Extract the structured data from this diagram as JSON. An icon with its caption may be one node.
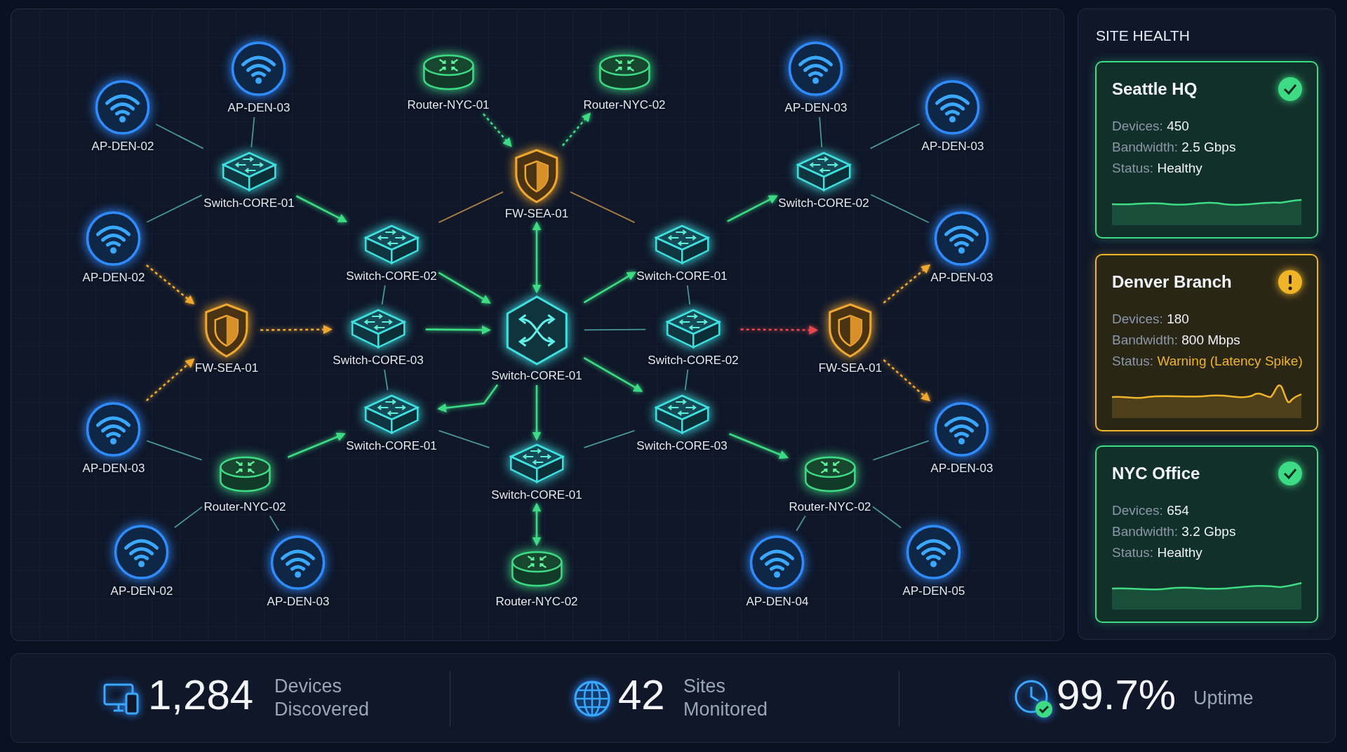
{
  "diagram": {
    "nodes": [
      {
        "text": [
          "AP-DEN-02"
        ]
      },
      {
        "text": [
          "AP-DEN-03"
        ]
      },
      {
        "text": [
          "Router-NYC-01"
        ]
      },
      {
        "text": [
          "Router-NYC-02"
        ]
      },
      {
        "text": [
          "AP-DEN-03"
        ]
      },
      {
        "text": [
          "AP-DEN-03"
        ]
      },
      {
        "text": [
          "Switch-CORE-01"
        ]
      },
      {
        "text": [
          "FW-SEA-01"
        ]
      },
      {
        "text": [
          "Switch-CORE-02"
        ]
      },
      {
        "text": [
          "AP-DEN-02"
        ]
      },
      {
        "text": [
          "Switch-CORE-02"
        ]
      },
      {
        "text": [
          "Switch-CORE-01"
        ]
      },
      {
        "text": [
          "AP-DEN-03"
        ]
      },
      {
        "text": [
          "FW-SEA-01"
        ]
      },
      {
        "text": [
          "Switch-CORE-03"
        ]
      },
      {
        "text": [
          "Switch-CORE-01"
        ]
      },
      {
        "text": [
          "Switch-CORE-02"
        ]
      },
      {
        "text": [
          "FW-SEA-01"
        ]
      },
      {
        "text": [
          "AP-DEN-03"
        ]
      },
      {
        "text": [
          "Switch-CORE-01"
        ]
      },
      {
        "text": [
          "Switch-CORE-03"
        ]
      },
      {
        "text": [
          "AP-DEN-03"
        ]
      },
      {
        "text": [
          "Router-NYC-02"
        ]
      },
      {
        "text": [
          "Switch-CORE-01"
        ]
      },
      {
        "text": [
          "Router-NYC-02"
        ]
      },
      {
        "text": [
          "AP-DEN-02"
        ]
      },
      {
        "text": [
          "AP-DEN-03"
        ]
      },
      {
        "text": [
          "Router-NYC-02"
        ]
      },
      {
        "text": [
          "AP-DEN-04"
        ]
      },
      {
        "text": [
          "AP-DEN-05"
        ]
      },
      {
        "text": [
          "SITE HEALTH"
        ]
      },
      {
        "text": [
          "Seattle HQ",
          "Devices: 450",
          "Bandwidth: 2.5 Gbps",
          "Status: Healthy"
        ],
        "in": 30
      },
      {
        "text": [
          "Denver Branch",
          "Devices: 180",
          "Bandwidth: 800 Mbps",
          "Status: Warning (Latency Spike)"
        ],
        "in": 30
      },
      {
        "text": [
          "NYC Office",
          "Devices: 654",
          "Bandwidth: 3.2 Gbps",
          "Status: Healthy"
        ],
        "in": 30
      }
    ],
    "edges": [
      {
        "from": 0,
        "to": 6,
        "arrow": "none"
      },
      {
        "from": 1,
        "to": 6,
        "arrow": "none"
      },
      {
        "from": 9,
        "to": 6,
        "arrow": "none"
      },
      {
        "from": 6,
        "to": 10,
        "arrow": "to",
        "color": "#3ddc84"
      },
      {
        "from": 10,
        "to": 7,
        "arrow": "none",
        "color": "#e8aa50"
      },
      {
        "from": 2,
        "to": 7,
        "arrow": "to",
        "style": "dashed",
        "color": "#3ddc84"
      },
      {
        "from": 7,
        "to": 3,
        "arrow": "to",
        "style": "dashed",
        "color": "#3ddc84"
      },
      {
        "from": 7,
        "to": 15,
        "arrow": "both",
        "color": "#3ddc84"
      },
      {
        "from": 10,
        "to": 15,
        "arrow": "to",
        "color": "#3ddc84"
      },
      {
        "from": 10,
        "to": 14,
        "arrow": "none"
      },
      {
        "from": 9,
        "to": 13,
        "arrow": "to",
        "style": "dashed",
        "color": "#f0a830"
      },
      {
        "from": 18,
        "to": 13,
        "arrow": "to",
        "style": "dashed",
        "color": "#f0a830"
      },
      {
        "from": 13,
        "to": 14,
        "arrow": "to",
        "style": "dashed",
        "color": "#f0a830"
      },
      {
        "from": 14,
        "to": 15,
        "arrow": "to",
        "color": "#3ddc84"
      },
      {
        "from": 14,
        "to": 19,
        "arrow": "none"
      },
      {
        "from": 15,
        "to": 19,
        "arrow": "to",
        "color": "#3ddc84"
      },
      {
        "from": 15,
        "to": 11,
        "arrow": "to",
        "color": "#3ddc84"
      },
      {
        "from": 11,
        "to": 7,
        "arrow": "none",
        "color": "#e8aa50"
      },
      {
        "from": 11,
        "to": 8,
        "arrow": "to",
        "color": "#3ddc84"
      },
      {
        "from": 8,
        "to": 4,
        "arrow": "none"
      },
      {
        "from": 8,
        "to": 5,
        "arrow": "none"
      },
      {
        "from": 8,
        "to": 12,
        "arrow": "none"
      },
      {
        "from": 11,
        "to": 16,
        "arrow": "none"
      },
      {
        "from": 15,
        "to": 16,
        "arrow": "none"
      },
      {
        "from": 16,
        "to": 17,
        "arrow": "to",
        "style": "dashed",
        "color": "#e5484d"
      },
      {
        "from": 17,
        "to": 12,
        "arrow": "to",
        "style": "dashed",
        "color": "#f0a830"
      },
      {
        "from": 17,
        "to": 21,
        "arrow": "to",
        "style": "dashed",
        "color": "#f0a830"
      },
      {
        "from": 15,
        "to": 20,
        "arrow": "to",
        "color": "#3ddc84"
      },
      {
        "from": 16,
        "to": 20,
        "arrow": "none"
      },
      {
        "from": 15,
        "to": 23,
        "arrow": "to",
        "color": "#3ddc84"
      },
      {
        "from": 19,
        "to": 23,
        "arrow": "none"
      },
      {
        "from": 22,
        "to": 19,
        "arrow": "to",
        "color": "#3ddc84"
      },
      {
        "from": 22,
        "to": 18,
        "arrow": "none"
      },
      {
        "from": 22,
        "to": 25,
        "arrow": "none"
      },
      {
        "from": 22,
        "to": 26,
        "arrow": "none"
      },
      {
        "from": 23,
        "to": 27,
        "arrow": "both",
        "color": "#3ddc84"
      },
      {
        "from": 23,
        "to": 20,
        "arrow": "none"
      },
      {
        "from": 20,
        "to": 24,
        "arrow": "to",
        "color": "#3ddc84"
      },
      {
        "from": 24,
        "to": 21,
        "arrow": "none"
      },
      {
        "from": 24,
        "to": 28,
        "arrow": "none"
      },
      {
        "from": 24,
        "to": 29,
        "arrow": "none"
      }
    ],
    "labels": [
      "1,284",
      "Devices Discovered",
      "42",
      "Sites Monitored",
      "99.7%",
      "Uptime"
    ]
  }
}
